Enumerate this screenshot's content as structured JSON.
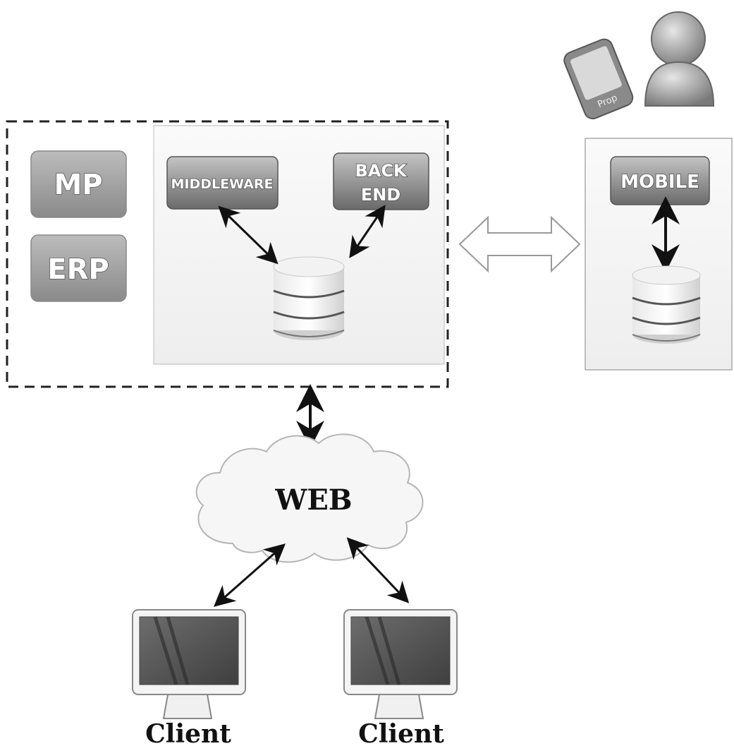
{
  "diagram": {
    "server": {
      "mp_label": "MP",
      "erp_label": "ERP",
      "middleware_label": "MIDDLEWARE",
      "backend_label_line1": "BACK",
      "backend_label_line2": "END"
    },
    "mobile": {
      "label": "MOBILE",
      "phone_screen_text": "Prop"
    },
    "web": {
      "label": "WEB"
    },
    "clients": [
      {
        "label": "Client"
      },
      {
        "label": "Client"
      }
    ],
    "colors": {
      "box_gradient_top": "#bdbdbd",
      "box_gradient_bottom": "#6e6e6e",
      "dashed_border": "#222222",
      "arrow": "#111111",
      "panel_fill": "#f7f7f7"
    }
  }
}
